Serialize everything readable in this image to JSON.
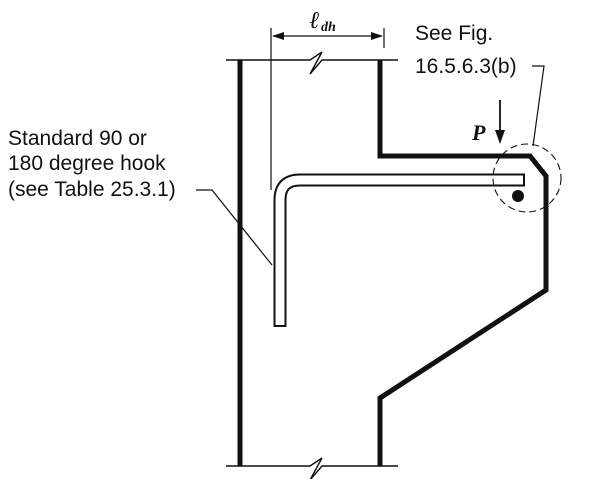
{
  "dimension": {
    "symbol": "ℓ",
    "subscript": "dh"
  },
  "callout_right": {
    "line1": "See Fig.",
    "line2": "16.5.6.3(b)"
  },
  "load": {
    "symbol": "P"
  },
  "callout_left": {
    "line1": "Standard 90 or",
    "line2": "180 degree hook",
    "line3": "(see Table 25.3.1)"
  },
  "colors": {
    "ink": "#111111",
    "background": "#ffffff"
  }
}
